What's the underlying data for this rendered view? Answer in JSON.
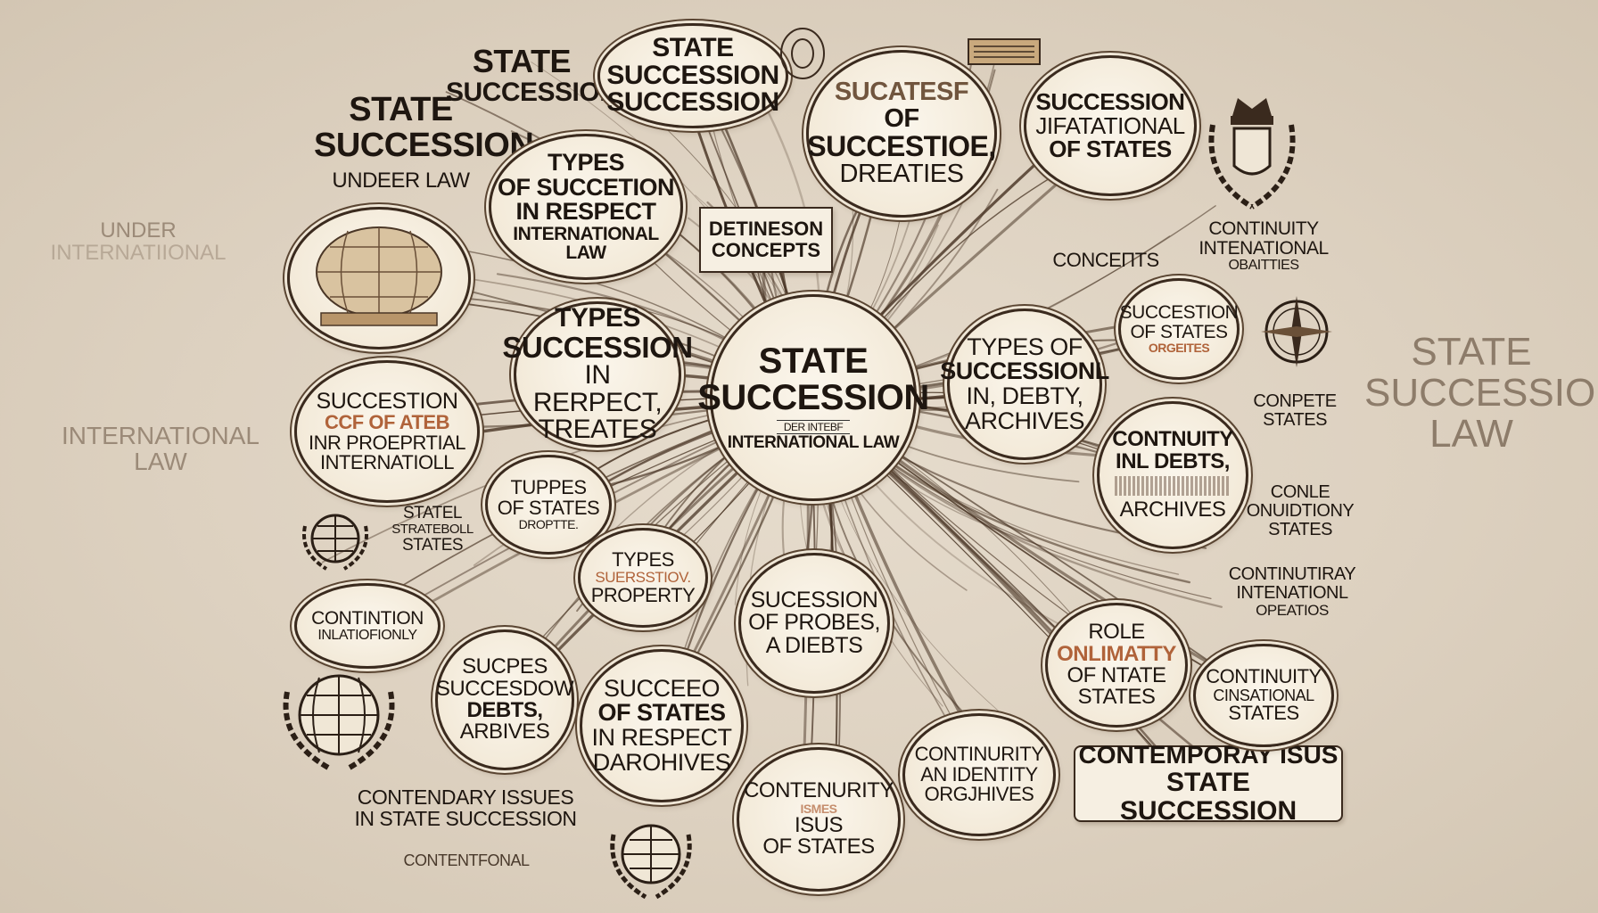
{
  "center": {
    "title_1": "State",
    "title_2": "Succession",
    "sub_1": "der intebf",
    "sub_2": "International Law"
  },
  "nodes": {
    "n1": [
      "State",
      "Succession",
      "Succession"
    ],
    "n2": [
      "Sucatesf",
      "of",
      "Succestioe,",
      "Dreaties"
    ],
    "n3": [
      "Succession",
      "Jifatational",
      "of States"
    ],
    "n4": [
      "Types",
      "of Succetion",
      "in Respect",
      "International Law"
    ],
    "n5": [
      "Types",
      "Succession",
      "in Rerpect,",
      "Treates"
    ],
    "n6": [
      "Types of",
      "Successionl",
      "in, Debty,",
      "Archives"
    ],
    "n7": [
      "Succestion",
      "of States",
      "Orgeites"
    ],
    "n8": [
      "Contnuity",
      "Inl Debts,",
      "Archives"
    ],
    "n9": [
      "Succestion",
      "ccf of ateb",
      "inr Proeprtial",
      "Internatioll"
    ],
    "n10": [
      "Tuppes",
      "of States",
      "Droptte."
    ],
    "n11": [
      "Types",
      "Suersstiov.",
      "Property"
    ],
    "n12": [
      "Sucession",
      "of Probes,",
      "a Diebts"
    ],
    "n13": [
      "Contintion",
      "Inlatiofionly"
    ],
    "n14": [
      "Sucpes",
      "Succesdow",
      "Debts,",
      "Arbives"
    ],
    "n15": [
      "Succeeo",
      "of States",
      "in Respect",
      "Darohives"
    ],
    "n16": [
      "Contenurity",
      "Ismes",
      "Isus",
      "of States"
    ],
    "n17": [
      "Continurity",
      "an Identity",
      "Orgjhives"
    ],
    "n18": [
      "Role",
      "Onlimatty",
      "of Ntate",
      "States"
    ],
    "n19": [
      "Continuity",
      "Cinsational",
      "States"
    ]
  },
  "labels": {
    "tl1": [
      "State",
      "Succession"
    ],
    "tl2": [
      "State",
      "Succession"
    ],
    "tl2_sub": "Undeer Law",
    "def_box": [
      "Detineson",
      "Concepts"
    ],
    "concepts": "Conceпts",
    "continuity_right": [
      "Continuity",
      "Intenational",
      "Obaitties"
    ],
    "confete": [
      "Conpete",
      "States"
    ],
    "conle": [
      "Conle",
      "Onuidtiony",
      "States"
    ],
    "continutiray": [
      "Continutiray",
      "Intenationl",
      "Opeatios"
    ],
    "statel": [
      "Statel",
      "Strateboll",
      "States"
    ],
    "contemporary_box": [
      "Contemporay Isus",
      "State Succession"
    ],
    "contendary": [
      "Contendary Issues",
      "in State Succession"
    ],
    "contentional": "Contentfonal"
  },
  "faded": {
    "under": [
      "Under",
      "Internatiional"
    ],
    "international": [
      "International",
      "Law"
    ],
    "right": [
      "State",
      "Succession",
      "Law"
    ]
  },
  "colors": {
    "ink": "#1e1610",
    "parchment": "#f3ead9",
    "background": "#ddd1c0",
    "accent": "#b0633a"
  }
}
